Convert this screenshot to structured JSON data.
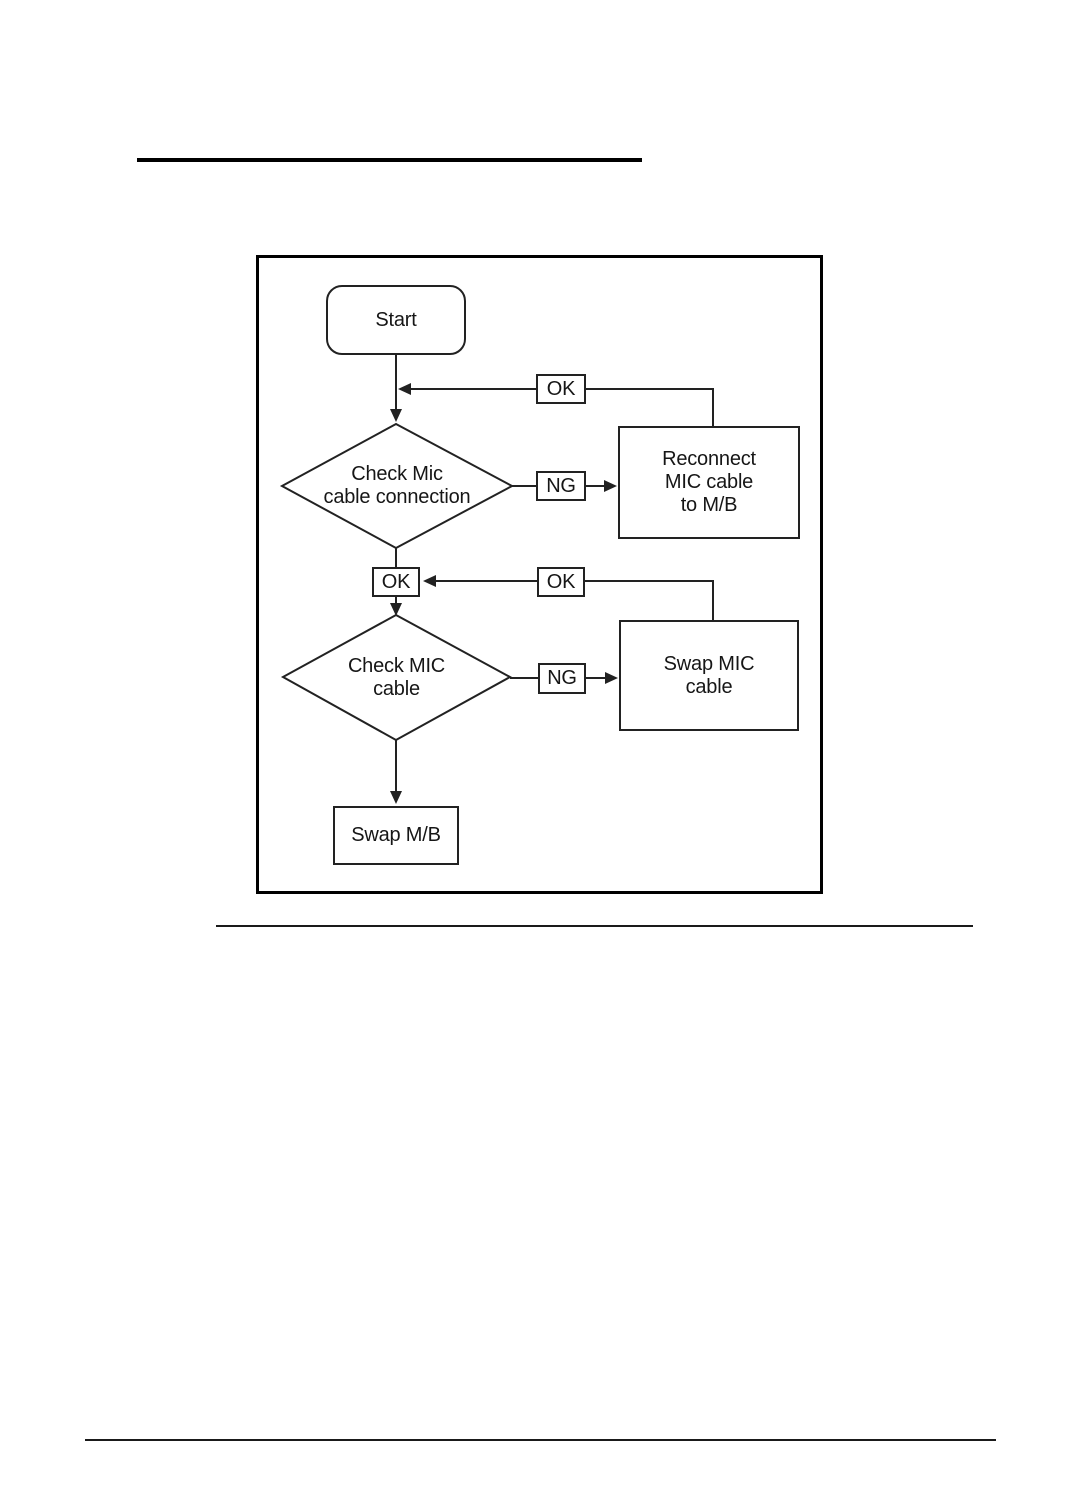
{
  "flowchart": {
    "nodes": {
      "start": {
        "label": "Start"
      },
      "check_mic_connection": {
        "line1": "Check Mic",
        "line2": "cable connection"
      },
      "reconnect_mic": {
        "line1": "Reconnect",
        "line2": "MIC cable",
        "line3": "to M/B"
      },
      "check_mic_cable": {
        "line1": "Check MIC",
        "line2": "cable"
      },
      "swap_mic_cable": {
        "line1": "Swap MIC",
        "line2": "cable"
      },
      "swap_mb": {
        "label": "Swap M/B"
      }
    },
    "connectors": {
      "ok_top": "OK",
      "ng_top": "NG",
      "ok_mid_left": "OK",
      "ok_mid_right": "OK",
      "ng_bottom": "NG"
    },
    "colors": {
      "line": "#222222",
      "frame": "#000000",
      "background": "#ffffff",
      "text": "#161616"
    }
  }
}
